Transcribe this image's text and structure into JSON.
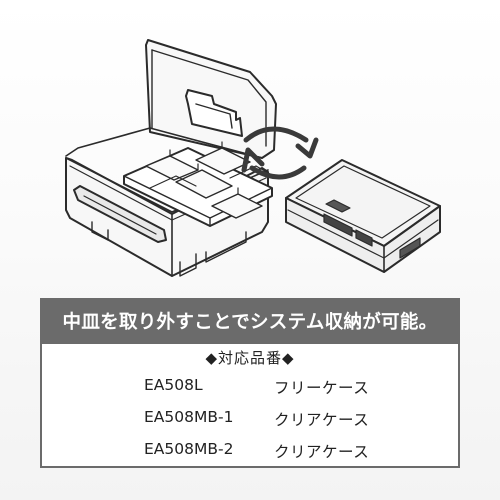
{
  "banner": {
    "text": "中皿を取り外すことでシステム収納が可能。"
  },
  "compatible": {
    "heading": "◆対応品番◆",
    "products": [
      {
        "code": "EA508L",
        "name": "フリーケース"
      },
      {
        "code": "EA508MB-1",
        "name": "クリアケース"
      },
      {
        "code": "EA508MB-2",
        "name": "クリアケース"
      }
    ]
  },
  "colors": {
    "banner_bg": "#6b6b6b",
    "banner_text": "#ffffff",
    "outline": "#2a2a2a",
    "box_fill": "#f7f7f7"
  },
  "icons": {
    "swap": "swap-arrows-icon"
  }
}
